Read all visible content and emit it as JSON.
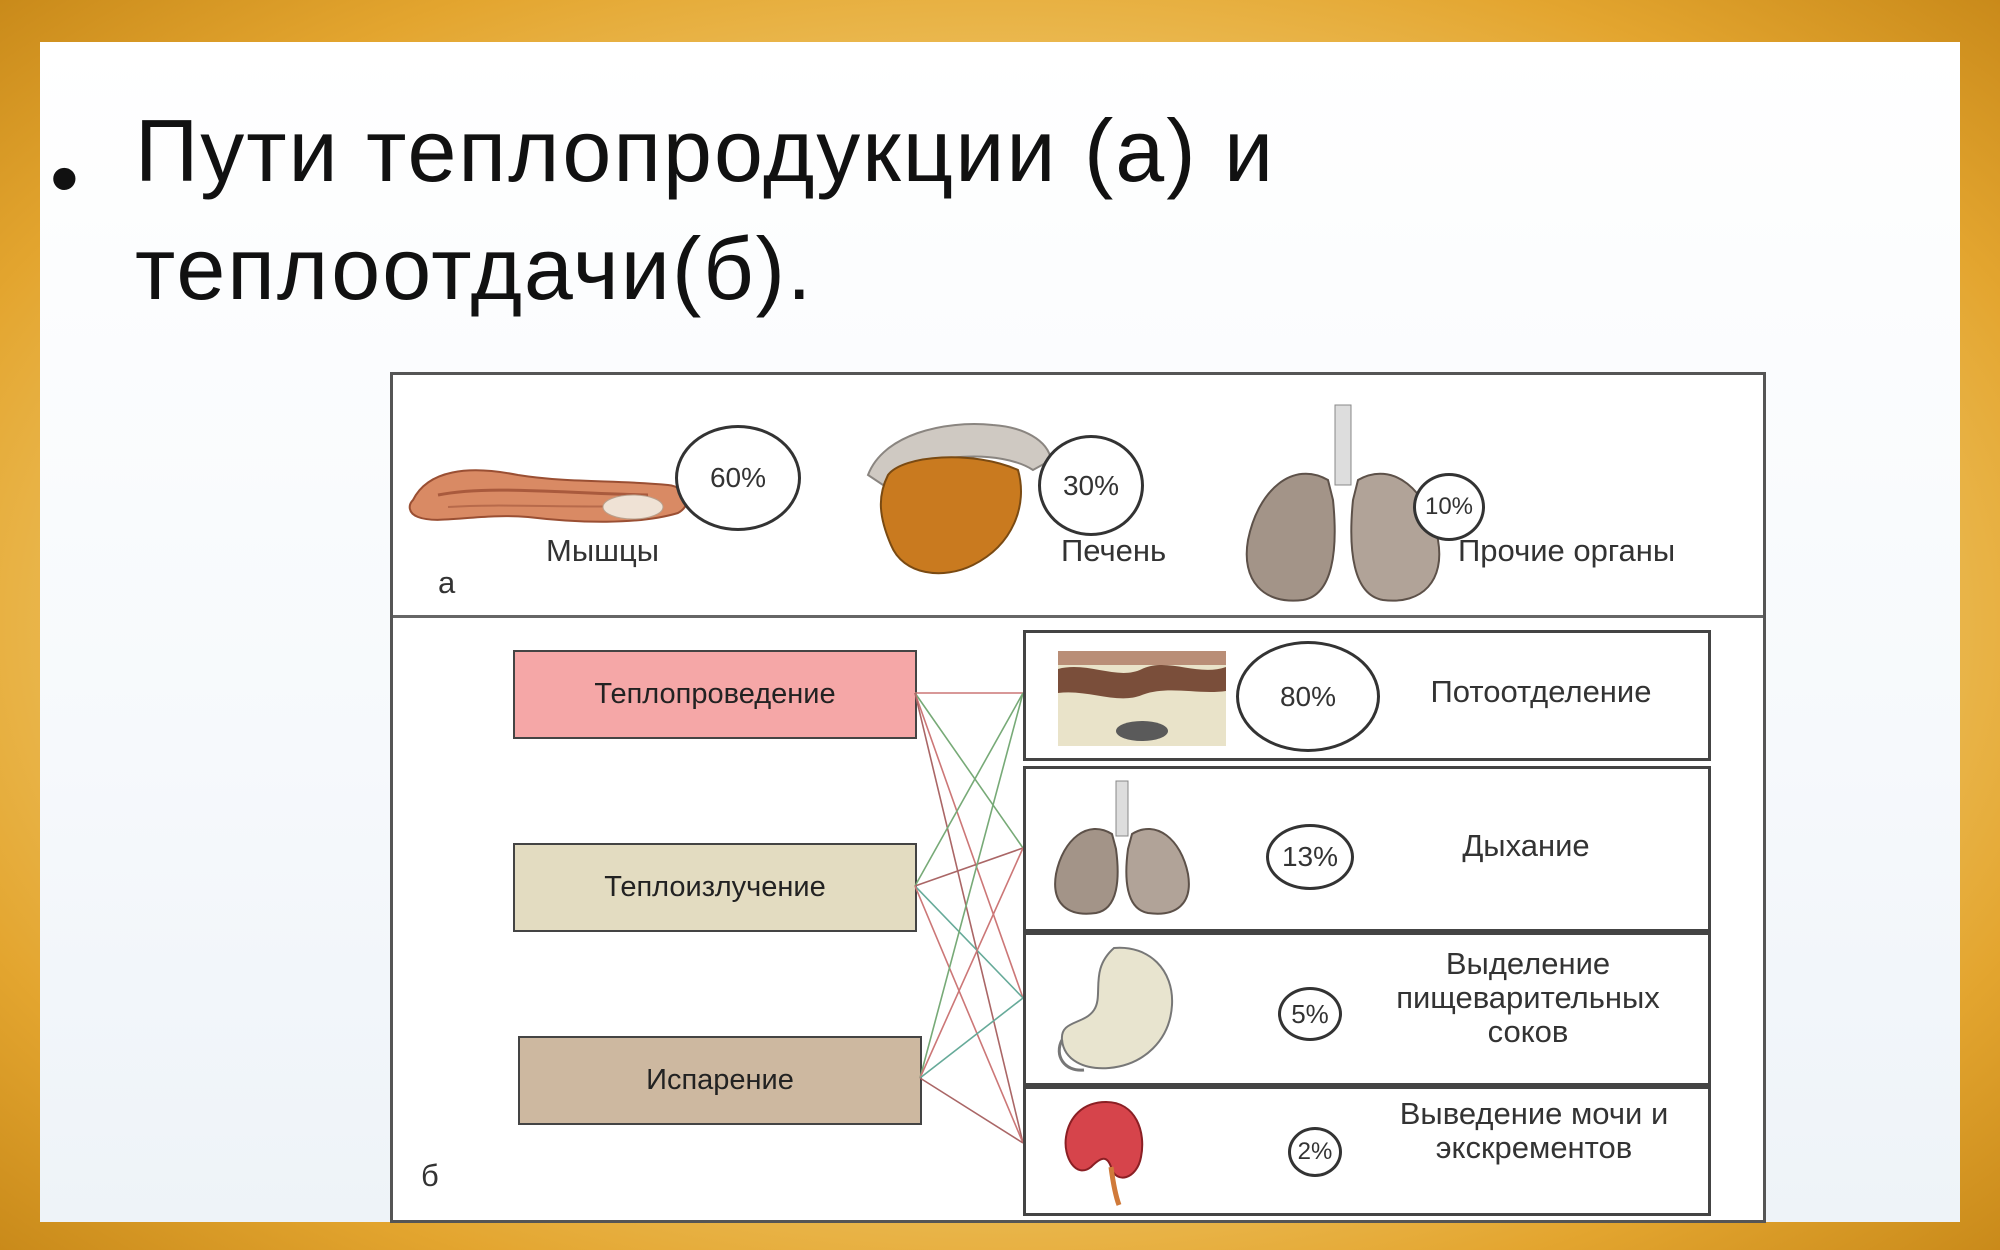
{
  "slide": {
    "bullet": "•",
    "title_line1": "Пути теплопродукции (а) и",
    "title_line2": "теплоотдачи(б)."
  },
  "section_a": {
    "letter": "а",
    "items": [
      {
        "pct": "60%",
        "label": "Мышцы",
        "icon": "muscle-icon"
      },
      {
        "pct": "30%",
        "label": "Печень",
        "icon": "liver-icon"
      },
      {
        "pct": "10%",
        "label": "Прочие органы",
        "icon": "lungs-icon"
      }
    ]
  },
  "section_b": {
    "letter": "б",
    "left": [
      {
        "label": "Теплопроведение",
        "color": "#f5a7a7"
      },
      {
        "label": "Теплоизлучение",
        "color": "#e3dcc1"
      },
      {
        "label": "Испарение",
        "color": "#cdb8a0"
      }
    ],
    "right": [
      {
        "pct": "80%",
        "label": "Потоотделение",
        "icon": "skin-icon"
      },
      {
        "pct": "13%",
        "label": "Дыхание",
        "icon": "lungs-icon"
      },
      {
        "pct": "5%",
        "label": "Выделение пищеварительных соков",
        "icon": "stomach-icon"
      },
      {
        "pct": "2%",
        "label": "Выведение мочи и экскрементов",
        "icon": "kidney-icon"
      }
    ]
  }
}
